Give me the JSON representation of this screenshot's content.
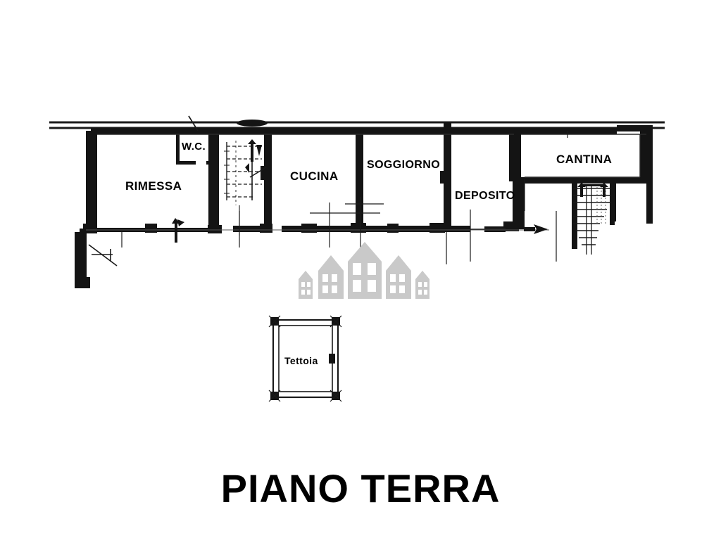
{
  "document": {
    "title": "PIANO TERRA",
    "type": "floor-plan",
    "language": "it"
  },
  "colors": {
    "background": "#ffffff",
    "ink": "#1a1a1a",
    "wall_fill": "#141414",
    "thin_line": "#2b2b2b",
    "watermark": "#c9c9c9"
  },
  "rooms": [
    {
      "id": "rimessa",
      "label": "RIMESSA"
    },
    {
      "id": "wc",
      "label": "W.C."
    },
    {
      "id": "cucina",
      "label": "CUCINA"
    },
    {
      "id": "soggiorno",
      "label": "SOGGIORNO"
    },
    {
      "id": "deposito",
      "label": "DEPOSITO"
    },
    {
      "id": "cantina",
      "label": "CANTINA"
    },
    {
      "id": "tettoia",
      "label": "Tettoia"
    }
  ],
  "watermark": {
    "name": "houses-cluster-watermark",
    "description": "grey silhouette of five stylised houses with windows"
  },
  "annotations": {
    "stair_direction_arrows": 2,
    "door_swing_arcs": 3,
    "north_arrow": 1
  }
}
